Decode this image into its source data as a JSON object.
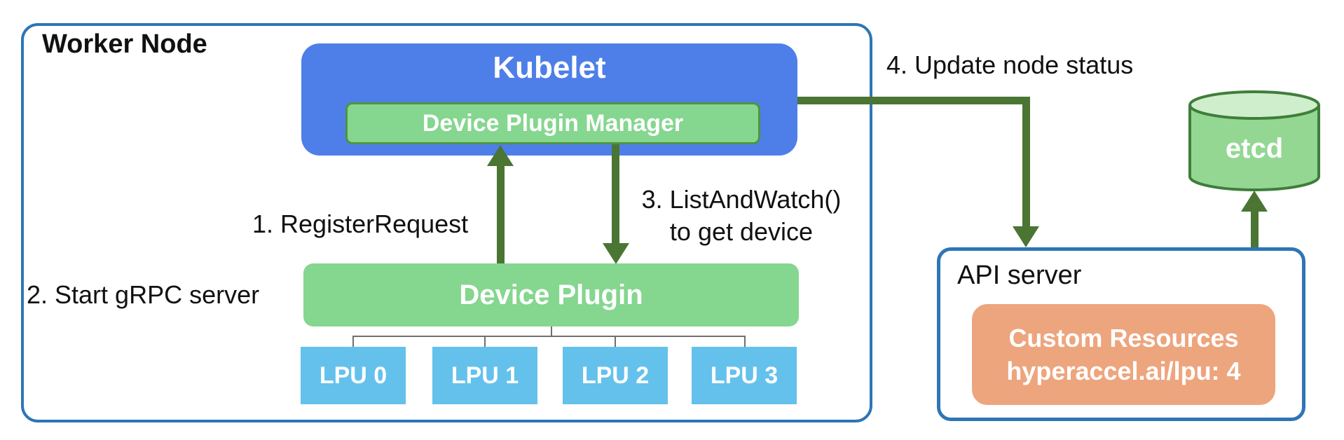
{
  "worker_node": {
    "label": "Worker Node"
  },
  "kubelet": {
    "title": "Kubelet",
    "manager_label": "Device Plugin Manager"
  },
  "device_plugin": {
    "label": "Device Plugin"
  },
  "lpus": [
    {
      "label": "LPU 0"
    },
    {
      "label": "LPU 1"
    },
    {
      "label": "LPU 2"
    },
    {
      "label": "LPU 3"
    }
  ],
  "steps": {
    "register": {
      "label": "1. RegisterRequest"
    },
    "start_grpc": {
      "label": "2. Start gRPC server"
    },
    "list_and_watch": {
      "line1": "3. ListAndWatch()",
      "line2": "to get device"
    },
    "update_status": {
      "label": "4. Update node status"
    }
  },
  "api_server": {
    "title": "API server",
    "custom_resources": {
      "line1": "Custom Resources",
      "line2": "hyperaccel.ai/lpu: 4"
    }
  },
  "etcd": {
    "label": "etcd"
  },
  "colors": {
    "border_blue": "#2e75b6",
    "kubelet_blue": "#4e7fe8",
    "green_box": "#85d68f",
    "green_box_border": "#4f9440",
    "lpu_blue": "#64c1ec",
    "arrow_green": "#4a7533",
    "orange_box": "#eda57e",
    "etcd_fill": "#93d793",
    "etcd_top": "#cfeecb",
    "etcd_border": "#3f7d3b",
    "connector_gray": "#6f6f6f",
    "text_black": "#111111"
  }
}
